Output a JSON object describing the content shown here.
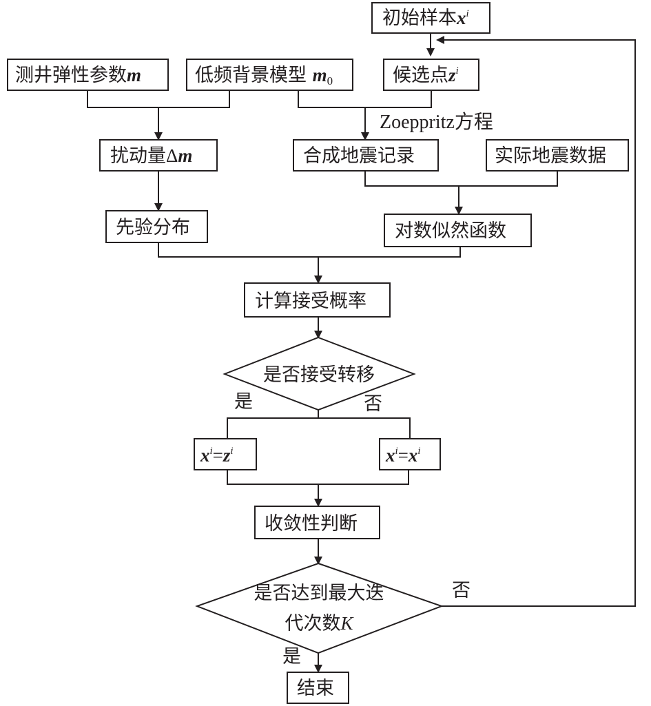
{
  "nodes": {
    "initial_sample": {
      "text": "初始样本",
      "var": "x",
      "sup": "i"
    },
    "well_params": {
      "text": "测井弹性参数",
      "var": "m"
    },
    "low_freq_model": {
      "text": "低频背景模型 ",
      "var": "m",
      "sub": "0"
    },
    "candidate": {
      "text": "候选点",
      "var": "z",
      "sup": "i"
    },
    "perturbation": {
      "text": "扰动量",
      "delta": "Δ",
      "var": "m"
    },
    "synthetic": {
      "text": "合成地震记录"
    },
    "actual_data": {
      "text": "实际地震数据"
    },
    "prior": {
      "text": "先验分布"
    },
    "likelihood": {
      "text": "对数似然函数"
    },
    "accept_prob": {
      "text": "计算接受概率"
    },
    "accept_decision": {
      "text": "是否接受转移"
    },
    "assign_accept": {
      "lhs": "x",
      "lhs_sup": "i",
      "eq": "=",
      "rhs": "z",
      "rhs_sup": "i"
    },
    "assign_reject": {
      "lhs": "x",
      "lhs_sup": "i",
      "eq": "=",
      "rhs": "x",
      "rhs_sup": "i"
    },
    "convergence": {
      "text": "收敛性判断"
    },
    "max_iter_decision": {
      "line1": "是否达到最大迭",
      "line2": "代次数",
      "var": "K"
    },
    "end": {
      "text": "结束"
    }
  },
  "edge_labels": {
    "zoeppritz": "Zoeppritz方程",
    "accept_yes": "是",
    "accept_no": "否",
    "max_iter_no": "否",
    "max_iter_yes": "是"
  },
  "colors": {
    "stroke": "#231f20",
    "background": "#ffffff"
  }
}
